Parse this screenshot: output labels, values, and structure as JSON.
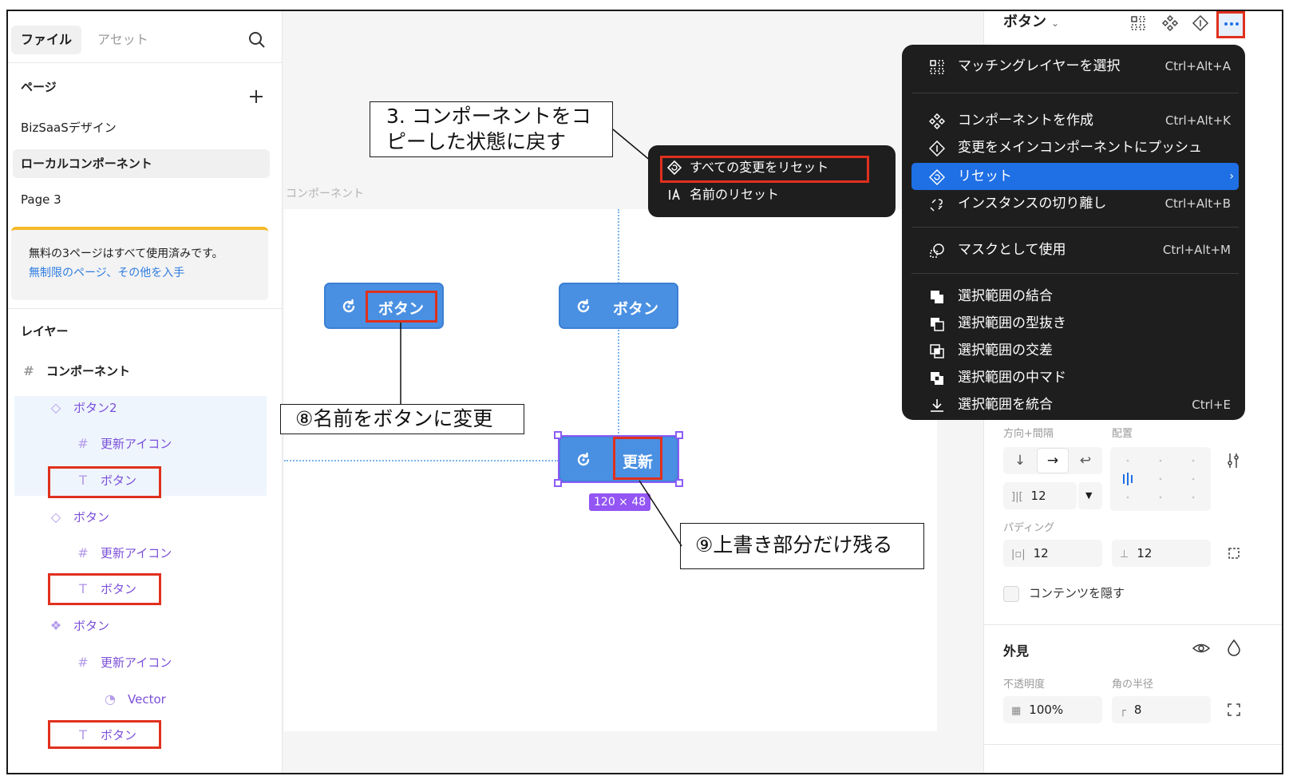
{
  "left_panel": {
    "tabs": {
      "file": "ファイル",
      "assets": "アセット"
    },
    "pages": {
      "title": "ページ",
      "items": [
        "BizSaaSデザイン",
        "ローカルコンポーネント",
        "Page 3"
      ]
    },
    "upsell": {
      "message": "無料の3ページはすべて使用済みです。",
      "link": "無制限のページ、その他を入手"
    },
    "layers": {
      "title": "レイヤー",
      "items": [
        {
          "icon": "frame-icon",
          "label": "コンポーネント"
        },
        {
          "icon": "variant-icon",
          "label": "ボタン2"
        },
        {
          "icon": "frame-icon",
          "label": "更新アイコン"
        },
        {
          "icon": "text-icon",
          "label": "ボタン"
        },
        {
          "icon": "variant-icon",
          "label": "ボタン"
        },
        {
          "icon": "frame-icon",
          "label": "更新アイコン"
        },
        {
          "icon": "text-icon",
          "label": "ボタン"
        },
        {
          "icon": "component-icon",
          "label": "ボタン"
        },
        {
          "icon": "frame-icon",
          "label": "更新アイコン"
        },
        {
          "icon": "vector-icon",
          "label": "Vector"
        },
        {
          "icon": "text-icon",
          "label": "ボタン"
        }
      ],
      "icon_glyphs": {
        "frame": "#",
        "variant": "◇",
        "text": "T",
        "component": "❖",
        "vector": "◔"
      }
    }
  },
  "canvas": {
    "frame_label": "コンポーネント",
    "buttons": [
      {
        "label": "ボタン"
      },
      {
        "label": "ボタン"
      },
      {
        "label": "更新"
      }
    ],
    "size_badge": "120 × 48",
    "callouts": {
      "step3": "3. コンポーネントをコ\nピーした状態に戻す",
      "step8": "⑧名前をボタンに変更",
      "step9": "⑨上書き部分だけ残る"
    }
  },
  "reset_submenu": {
    "items": [
      {
        "icon": "reset-icon",
        "label": "すべての変更をリセット"
      },
      {
        "icon": "rename-icon",
        "label": "名前のリセット"
      }
    ]
  },
  "context_menu": {
    "items": [
      {
        "icon": "select-matching-icon",
        "label": "マッチングレイヤーを選択",
        "shortcut": "Ctrl+Alt+A"
      },
      {
        "icon": "component-icon",
        "label": "コンポーネントを作成",
        "shortcut": "Ctrl+Alt+K"
      },
      {
        "icon": "push-icon",
        "label": "変更をメインコンポーネントにプッシュ",
        "shortcut": ""
      },
      {
        "icon": "reset-icon",
        "label": "リセット",
        "shortcut": "",
        "highlighted": true
      },
      {
        "icon": "detach-icon",
        "label": "インスタンスの切り離し",
        "shortcut": "Ctrl+Alt+B"
      },
      {
        "icon": "mask-icon",
        "label": "マスクとして使用",
        "shortcut": "Ctrl+Alt+M"
      },
      {
        "icon": "union-icon",
        "label": "選択範囲の結合",
        "shortcut": ""
      },
      {
        "icon": "subtract-icon",
        "label": "選択範囲の型抜き",
        "shortcut": ""
      },
      {
        "icon": "intersect-icon",
        "label": "選択範囲の交差",
        "shortcut": ""
      },
      {
        "icon": "exclude-icon",
        "label": "選択範囲の中マド",
        "shortcut": ""
      },
      {
        "icon": "flatten-icon",
        "label": "選択範囲を統合",
        "shortcut": "Ctrl+E"
      }
    ]
  },
  "right_panel": {
    "title": "ボタン",
    "auto_layout": {
      "direction_label": "方向+間隔",
      "align_label": "配置",
      "gap": "12",
      "padding_label": "パディング",
      "padding_h": "12",
      "padding_v": "12",
      "clip_label": "コンテンツを隠す"
    },
    "appearance": {
      "title": "外見",
      "opacity_label": "不透明度",
      "opacity": "100%",
      "radius_label": "角の半径",
      "radius": "8"
    }
  },
  "colors": {
    "accent": "#4a90e2",
    "selection": "#8b5cf6",
    "highlight": "#1f6fe5",
    "annotation_red": "#e0301e",
    "warning": "#f5b92a"
  }
}
